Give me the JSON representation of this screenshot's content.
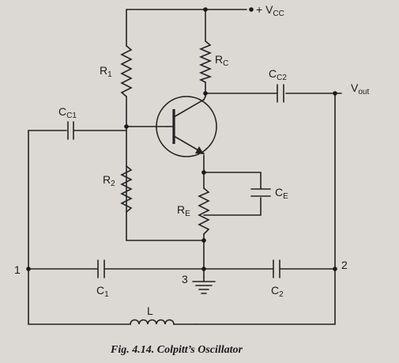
{
  "labels": {
    "vcc_prefix": "+ V",
    "vcc_sub": "CC",
    "r1": "R",
    "r1_sub": "1",
    "rc": "R",
    "rc_sub": "C",
    "cc2": "C",
    "cc2_sub": "C2",
    "vout": "V",
    "vout_sub": "out",
    "cc1": "C",
    "cc1_sub": "C1",
    "r2": "R",
    "r2_sub": "2",
    "ce": "C",
    "ce_sub": "E",
    "re": "R",
    "re_sub": "E",
    "node1": "1",
    "node2": "2",
    "node3": "3",
    "c1": "C",
    "c1_sub": "1",
    "c2": "C",
    "c2_sub": "2",
    "l": "L"
  },
  "caption": "Fig. 4.14. Colpitt’s Oscillator"
}
